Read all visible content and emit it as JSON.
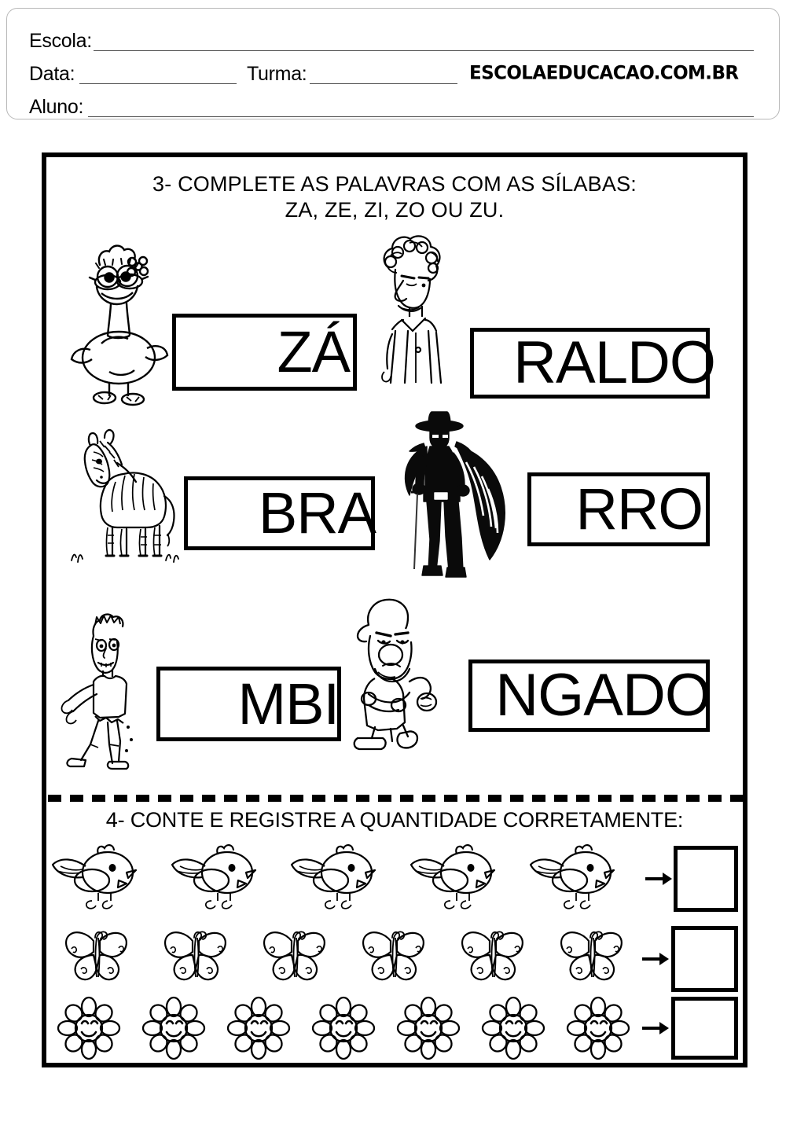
{
  "header": {
    "fields": [
      {
        "label": "Escola:"
      },
      {
        "label": "Data:"
      },
      {
        "label": "Turma:"
      },
      {
        "label": "Aluno:"
      }
    ],
    "site_logo": "ESCOLAEDUCACAO.COM.BR"
  },
  "exercise3": {
    "title_line1": "3- COMPLETE AS PALAVRAS COM AS SÍLABAS:",
    "title_line2": "ZA, ZE, ZI, ZO OU ZU.",
    "items": [
      {
        "picture": "ostrich",
        "fragment": "ZÁ"
      },
      {
        "picture": "man-afro",
        "fragment": "RALDO"
      },
      {
        "picture": "zebra",
        "fragment": "BRA"
      },
      {
        "picture": "zorro",
        "fragment": "RRO"
      },
      {
        "picture": "zombie",
        "fragment": "MBI"
      },
      {
        "picture": "grumpy-dwarf",
        "fragment": "NGADO"
      }
    ]
  },
  "exercise4": {
    "title": "4- CONTE E REGISTRE A QUANTIDADE CORRETAMENTE:",
    "rows": [
      {
        "icon": "bird",
        "count": 5,
        "answer": ""
      },
      {
        "icon": "butterfly",
        "count": 6,
        "answer": ""
      },
      {
        "icon": "flower",
        "count": 7,
        "answer": ""
      }
    ],
    "arrow_glyph": "→"
  },
  "colors": {
    "ink": "#000000",
    "rule": "#4a4a4a",
    "panel_border": "#b8b8b8"
  }
}
